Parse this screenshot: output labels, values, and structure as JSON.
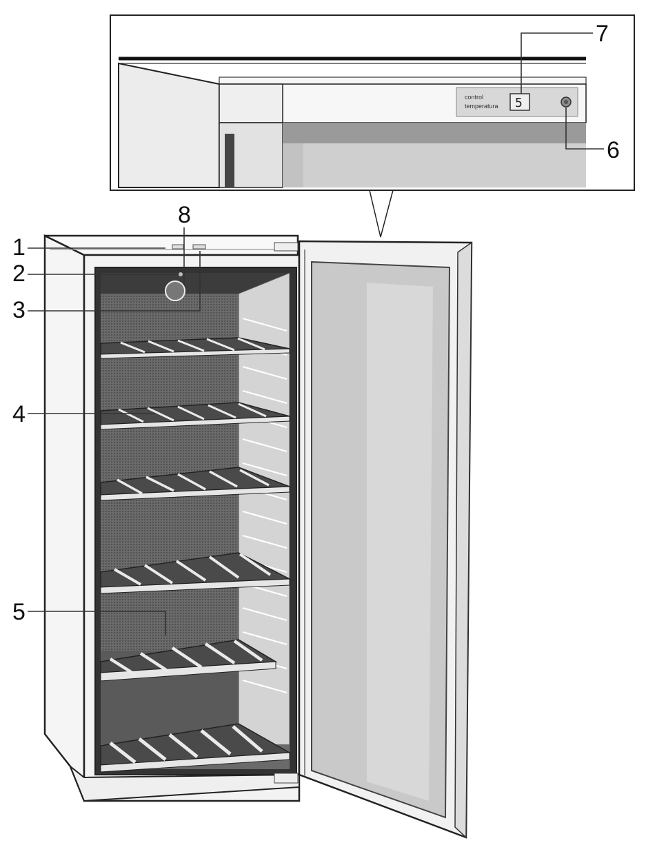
{
  "callouts": {
    "c1": "1",
    "c2": "2",
    "c3": "3",
    "c4": "4",
    "c5": "5",
    "c6": "6",
    "c7": "7",
    "c8": "8"
  },
  "control_panel": {
    "line1": "control",
    "line2": "temperatura",
    "display_value": "5"
  },
  "colors": {
    "outline": "#222222",
    "cabinet": "#f4f4f4",
    "interior_back": "#5c5c5c",
    "interior_side": "#d6d6d6",
    "shelf": "#4a4a4a",
    "door_glass": "#c9c9c9"
  }
}
